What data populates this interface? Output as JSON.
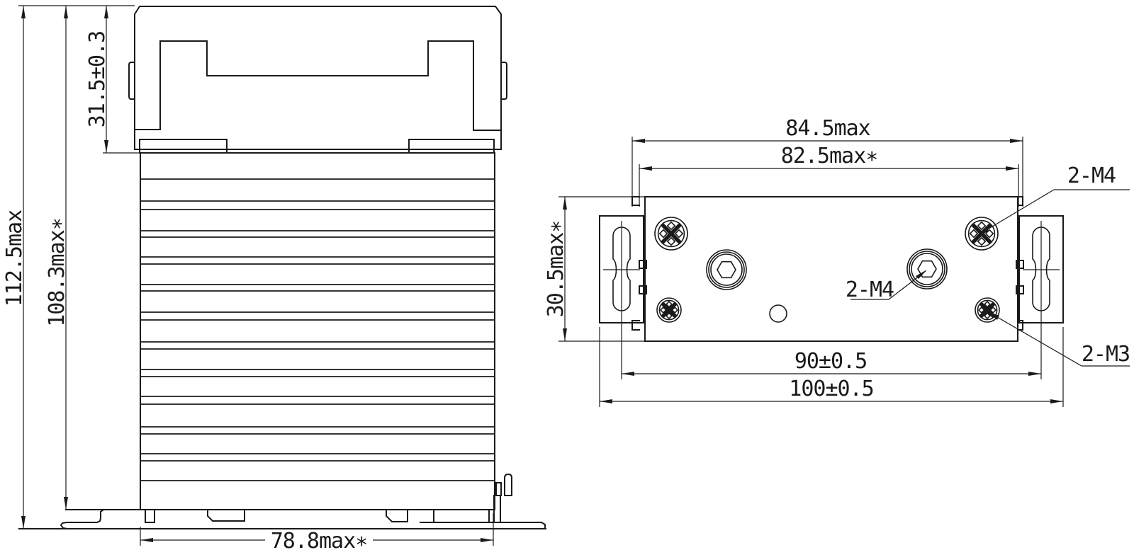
{
  "drawing": {
    "type": "mechanical-dimension-drawing",
    "colors": {
      "ink": "#1a1a1a",
      "background": "#ffffff"
    },
    "side_view": {
      "dim_overall_height": "112.5max",
      "dim_heatsink_height": "108.3max∗",
      "dim_relay_height": "31.5±0.3",
      "dim_base_width": "78.8max∗"
    },
    "top_view": {
      "dim_width_outer": "84.5max",
      "dim_width_inner": "82.5max∗",
      "dim_depth": "30.5max∗",
      "dim_slot_spacing": "90±0.5",
      "dim_overall_width": "100±0.5",
      "label_corner_screws": "2-M4",
      "label_center_screws": "2-M4",
      "label_small_screws": "2-M3"
    }
  }
}
